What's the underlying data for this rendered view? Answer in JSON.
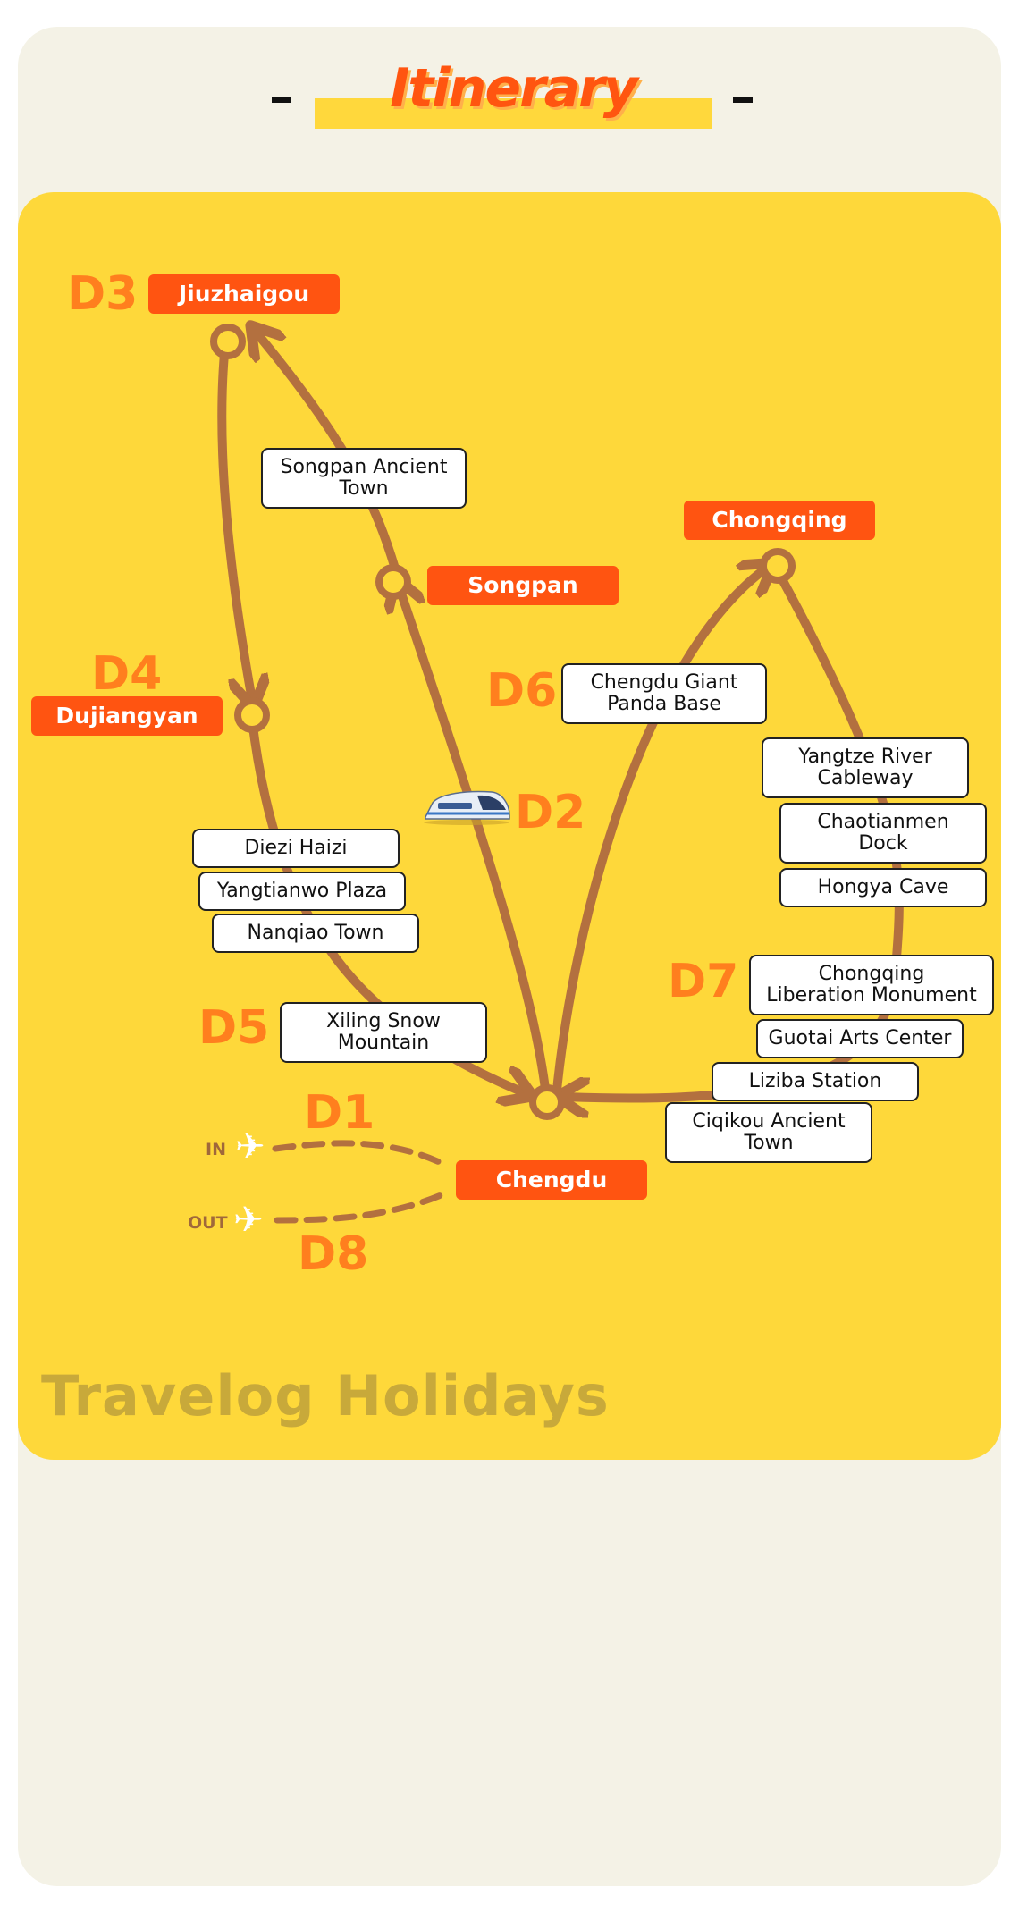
{
  "header": {
    "title": "Itinerary"
  },
  "cities": {
    "jiuzhaigou": "Jiuzhaigou",
    "chongqing": "Chongqing",
    "songpan": "Songpan",
    "dujiangyan": "Dujiangyan",
    "chengdu": "Chengdu"
  },
  "days": {
    "d1": "D1",
    "d2": "D2",
    "d3": "D3",
    "d4": "D4",
    "d5": "D5",
    "d6": "D6",
    "d7": "D7",
    "d8": "D8"
  },
  "attractions": {
    "songpan_ancient_town": [
      "Songpan Ancient",
      "Town"
    ],
    "chengdu_giant_panda_base": [
      "Chengdu Giant",
      "Panda Base"
    ],
    "yangtze_river_cableway": [
      "Yangtze River",
      "Cableway"
    ],
    "chaotianmen_dock": [
      "Chaotianmen",
      "Dock"
    ],
    "hongya_cave": [
      "Hongya Cave"
    ],
    "diezi_haizi": [
      "Diezi Haizi"
    ],
    "yangtianwo_plaza": [
      "Yangtianwo Plaza"
    ],
    "nanqiao_town": [
      "Nanqiao Town"
    ],
    "chongqing_liberation_monument": [
      "Chongqing",
      "Liberation Monument"
    ],
    "guotai_arts_center": [
      "Guotai Arts Center"
    ],
    "liziba_station": [
      "Liziba Station"
    ],
    "xiling_snow_mountain": [
      "Xiling Snow",
      "Mountain"
    ],
    "ciqikou_ancient_town": [
      "Ciqikou Ancient",
      "Town"
    ]
  },
  "flights": {
    "in": "IN",
    "out": "OUT"
  },
  "icons": {
    "train": "train-icon",
    "plane_in": "airplane-icon",
    "plane_out": "airplane-icon"
  },
  "brand": "Travelog Holidays",
  "colors": {
    "title": "#ff5510",
    "title_bar": "#ffd83c",
    "map_bg": "#fed83a",
    "city_label": "#ff5411",
    "day_label": "#ff7f1e",
    "route": "#b3703f",
    "brand": "#c8a93a"
  }
}
